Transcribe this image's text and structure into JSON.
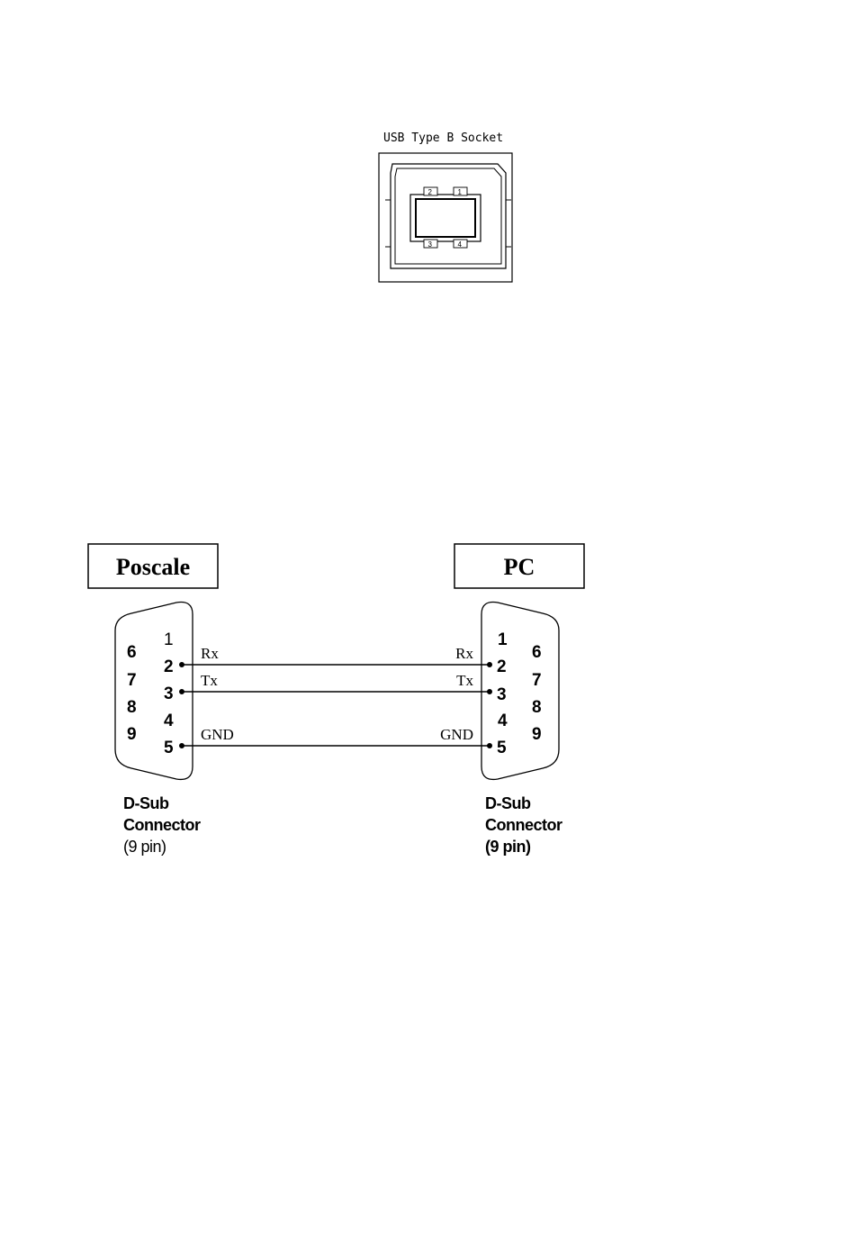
{
  "usb": {
    "title": "USB Type B Socket",
    "pins": [
      "2",
      "1",
      "3",
      "4"
    ]
  },
  "serial": {
    "left_box": "Poscale",
    "right_box": "PC",
    "left_pins": {
      "p1": "1",
      "p2": "2",
      "p3": "3",
      "p4": "4",
      "p5": "5",
      "p6": "6",
      "p7": "7",
      "p8": "8",
      "p9": "9"
    },
    "right_pins": {
      "p1": "1",
      "p2": "2",
      "p3": "3",
      "p4": "4",
      "p5": "5",
      "p6": "6",
      "p7": "7",
      "p8": "8",
      "p9": "9"
    },
    "signals": {
      "rx": "Rx",
      "tx": "Tx",
      "gnd": "GND"
    },
    "left_caption": [
      "D-Sub",
      "Connector",
      "(9 pin)"
    ],
    "right_caption": [
      "D-Sub",
      "Connector",
      "(9 pin)"
    ]
  }
}
